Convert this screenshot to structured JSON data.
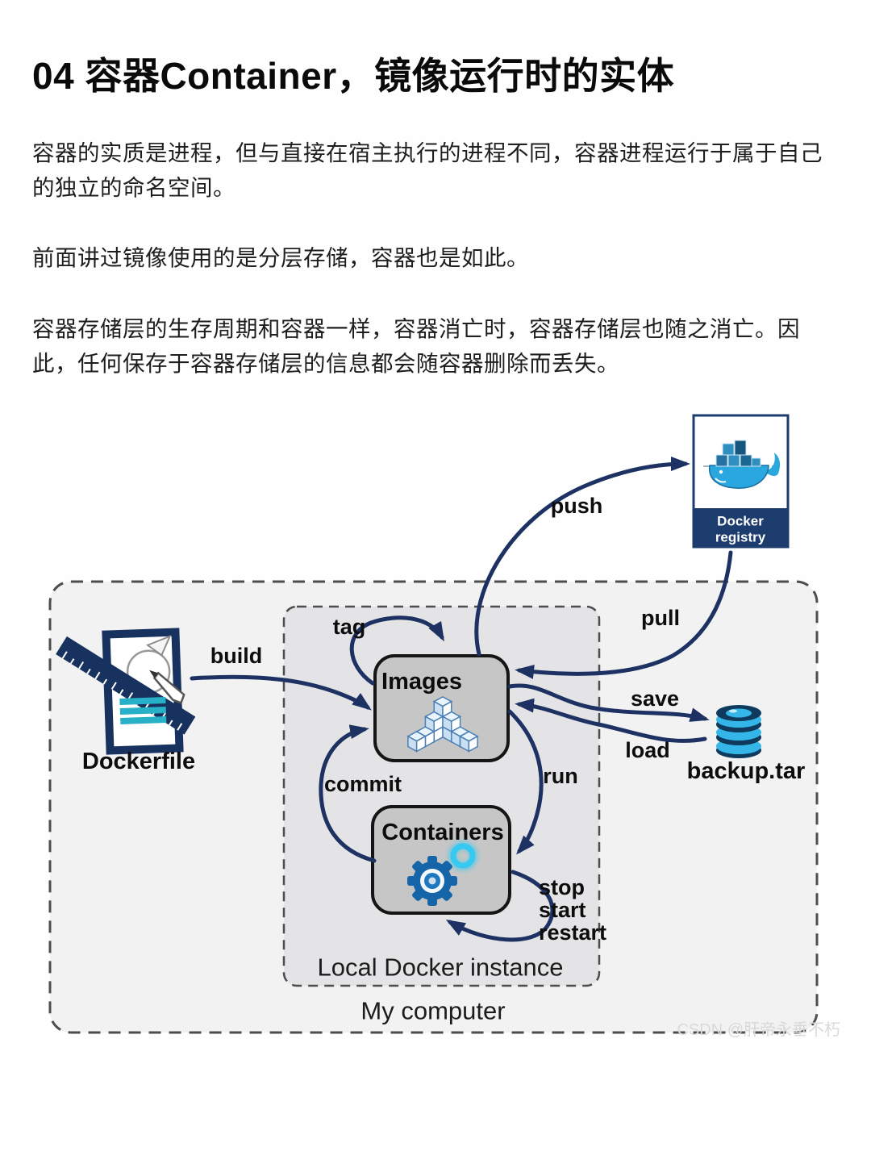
{
  "colors": {
    "arrow": "#1d3263",
    "box-fill": "#c6c6c6",
    "box-border": "#151515",
    "outer-fill": "#f2f2f3",
    "inner-fill": "#e4e4e6",
    "dash": "#4d4d4d",
    "registry-navy": "#1d3c6e",
    "docker-blue": "#2ba7e0",
    "docker-dark": "#1a6fa0",
    "teal": "#27b0c7",
    "cyan": "#33c9f1",
    "text": "#141414",
    "watermark": "#d9d9d9"
  },
  "page": {
    "title": "04 容器Container，镜像运行时的实体",
    "paragraphs": [
      "容器的实质是进程，但与直接在宿主执行的进程不同，容器进程运行于属于自己的独立的命名空间。",
      "前面讲过镜像使用的是分层存储，容器也是如此。",
      "容器存储层的生存周期和容器一样，容器消亡时，容器存储层也随之消亡。因此，任何保存于容器存储层的信息都会随容器删除而丢失。"
    ],
    "watermark": "CSDN @肝帝永垂不朽"
  },
  "diagram": {
    "zones": {
      "my_computer": "My computer",
      "local_instance": "Local Docker instance"
    },
    "nodes": {
      "dockerfile": {
        "label": "Dockerfile",
        "icon": "document-ruler-compass-icon"
      },
      "images": {
        "label": "Images",
        "icon": "stacked-cubes-icon"
      },
      "containers": {
        "label": "Containers",
        "icon": "gears-icon"
      },
      "registry": {
        "line1": "Docker",
        "line2": "registry",
        "icon": "docker-whale-icon"
      },
      "backup": {
        "label": "backup.tar",
        "icon": "database-cylinder-icon"
      }
    },
    "edges": {
      "build": "build",
      "tag": "tag",
      "push": "push",
      "pull": "pull",
      "save": "save",
      "load": "load",
      "run": "run",
      "commit": "commit",
      "stop": "stop",
      "start": "start",
      "restart": "restart"
    }
  }
}
